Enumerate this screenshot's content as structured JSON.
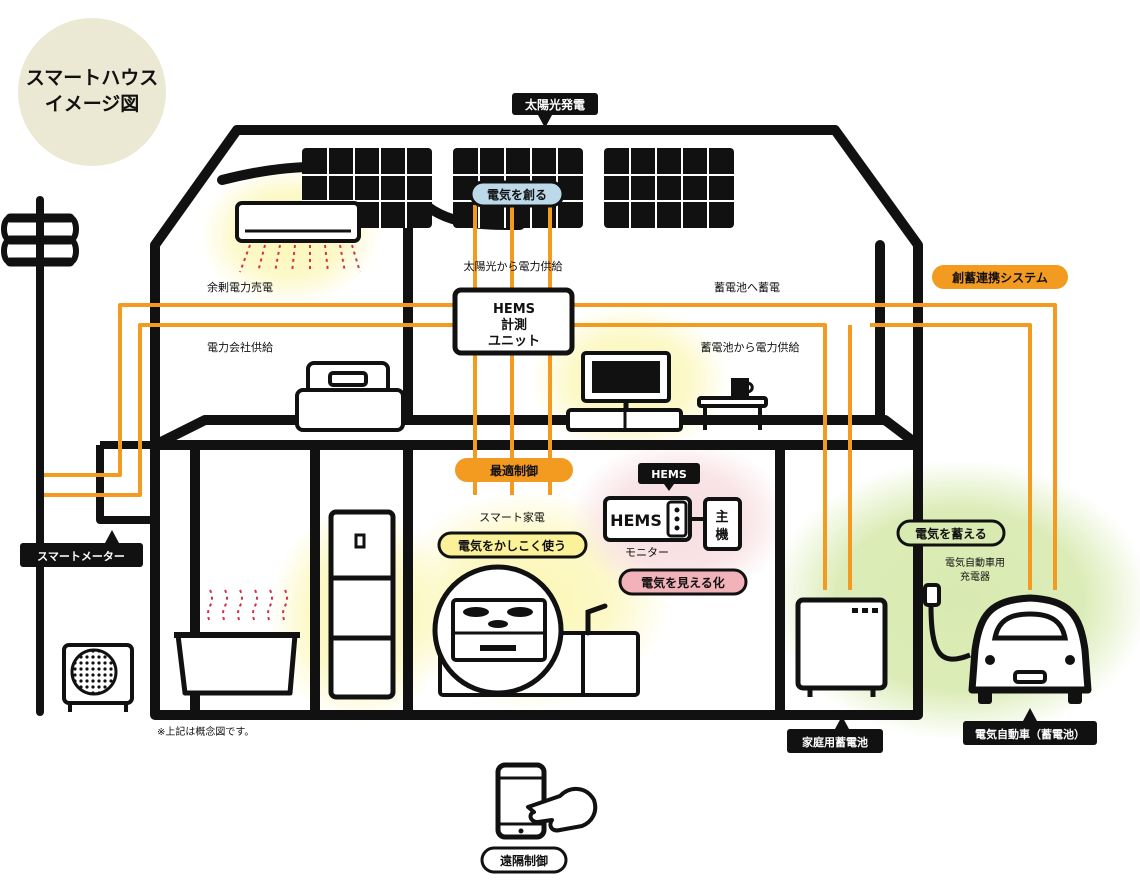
{
  "title": "スマートハウス\nイメージ図",
  "title_line1": "スマートハウス",
  "title_line2": "イメージ図",
  "labels": {
    "solar": "太陽光発電",
    "create": "電気を創る",
    "solar_supply": "太陽光から電力供給",
    "surplus_sell": "余剰電力売電",
    "utility_supply": "電力会社供給",
    "to_battery": "蓄電池へ蓄電",
    "from_battery": "蓄電池から電力供給",
    "system": "創蓄連携システム",
    "hems_unit_1": "HEMS",
    "hems_unit_2": "計測",
    "hems_unit_3": "ユニット",
    "optimal": "最適制御",
    "smart_appliance": "スマート家電",
    "use_smart": "電気をかしこく使う",
    "hems_tag": "HEMS",
    "hems_monitor_text": "HEMS",
    "main_unit_1": "主",
    "main_unit_2": "機",
    "monitor": "モニター",
    "visualize": "電気を見える化",
    "store": "電気を蓄える",
    "ev_charger_1": "電気自動車用",
    "ev_charger_2": "充電器",
    "smart_meter": "スマートメーター",
    "home_battery": "家庭用蓄電池",
    "ev": "電気自動車（蓄電池）",
    "note": "※上記は概念図です。",
    "remote": "遠隔制御"
  },
  "colors": {
    "line": "#f39a21",
    "ink": "#111111",
    "title_circle": "#ebe8d3",
    "blue_pill": "#bcd9ea",
    "yellow_pill": "#fbf199",
    "pink_pill": "#f1b2b9",
    "green_glow": "#d8eab0",
    "yellow_glow": "#fbf6b3",
    "pink_glow": "#f7dde0"
  }
}
